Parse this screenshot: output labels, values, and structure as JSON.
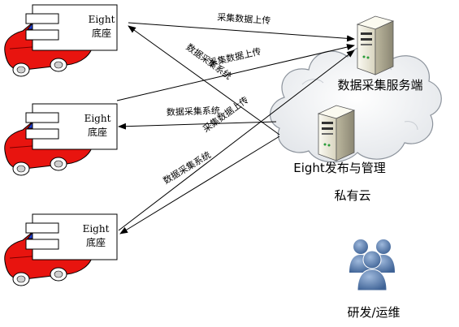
{
  "nodes": {
    "vehicle_label_line1": "Eight",
    "vehicle_label_line2": "底座",
    "server_collect": "数据采集服务端",
    "server_publish": "Eight发布与管理",
    "cloud": "私有云",
    "people": "研发/运维"
  },
  "edges": {
    "upload": "采集数据上传",
    "system": "数据采集系统"
  },
  "colors": {
    "car_body": "#e8140f",
    "car_window": "#1f3fd4",
    "car_outline": "#000000",
    "arrow": "#000000",
    "server_face": "#f2efe0",
    "person": "#5b7fb3"
  }
}
